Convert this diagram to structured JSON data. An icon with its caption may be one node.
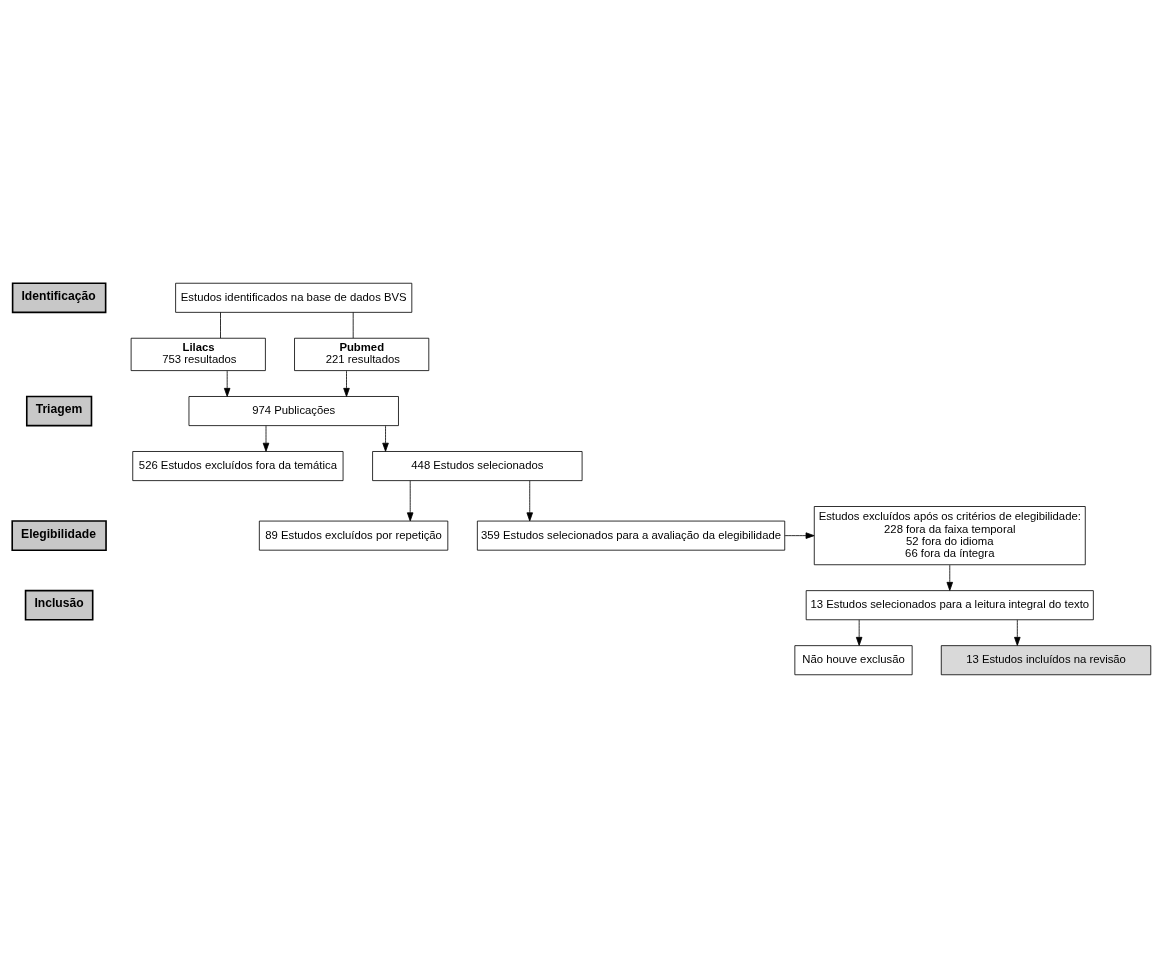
{
  "diagram": {
    "nodes": [
      {
        "text": [
          "Identificação"
        ]
      },
      {
        "text": [
          "Triagem"
        ]
      },
      {
        "text": [
          "Elegibilidade"
        ]
      },
      {
        "text": [
          "Inclusão"
        ]
      },
      {
        "text": [
          "Estudos identificados na base de dados BVS"
        ]
      },
      {
        "text": [
          "Lilacs",
          "753 resultados"
        ]
      },
      {
        "text": [
          "Pubmed",
          "221 resultados"
        ]
      },
      {
        "text": [
          "974 Publicações"
        ]
      },
      {
        "text": [
          "526 Estudos excluídos fora da temática"
        ]
      },
      {
        "text": [
          "448 Estudos selecionados"
        ]
      },
      {
        "text": [
          "89 Estudos excluídos por repetição"
        ]
      },
      {
        "text": [
          "359 Estudos selecionados para a avaliação da elegibilidade"
        ]
      },
      {
        "text": [
          "Estudos excluídos após os critérios de elegibilidade:",
          "228 fora da faixa temporal",
          "52 fora do idioma",
          "66 fora da íntegra"
        ]
      },
      {
        "text": [
          "13 Estudos selecionados para a leitura integral do texto"
        ]
      },
      {
        "text": [
          "Não houve exclusão"
        ]
      },
      {
        "text": [
          "13 Estudos incluídos na revisão"
        ]
      }
    ],
    "edges": [
      {
        "from": 4,
        "to": 5,
        "arrow": "none"
      },
      {
        "from": 4,
        "to": 6,
        "arrow": "none"
      },
      {
        "from": 5,
        "to": 7,
        "arrow": "to"
      },
      {
        "from": 6,
        "to": 7,
        "arrow": "to"
      },
      {
        "from": 7,
        "to": 9,
        "arrow": "to"
      },
      {
        "from": 7,
        "to": 8,
        "arrow": "to"
      },
      {
        "from": 9,
        "to": 11,
        "arrow": "to"
      },
      {
        "from": 9,
        "to": 10,
        "arrow": "to"
      },
      {
        "from": 11,
        "to": 12,
        "arrow": "to"
      },
      {
        "from": 12,
        "to": 13,
        "arrow": "to"
      },
      {
        "from": 13,
        "to": 15,
        "arrow": "to"
      },
      {
        "from": 13,
        "to": 14,
        "arrow": "to"
      }
    ]
  }
}
